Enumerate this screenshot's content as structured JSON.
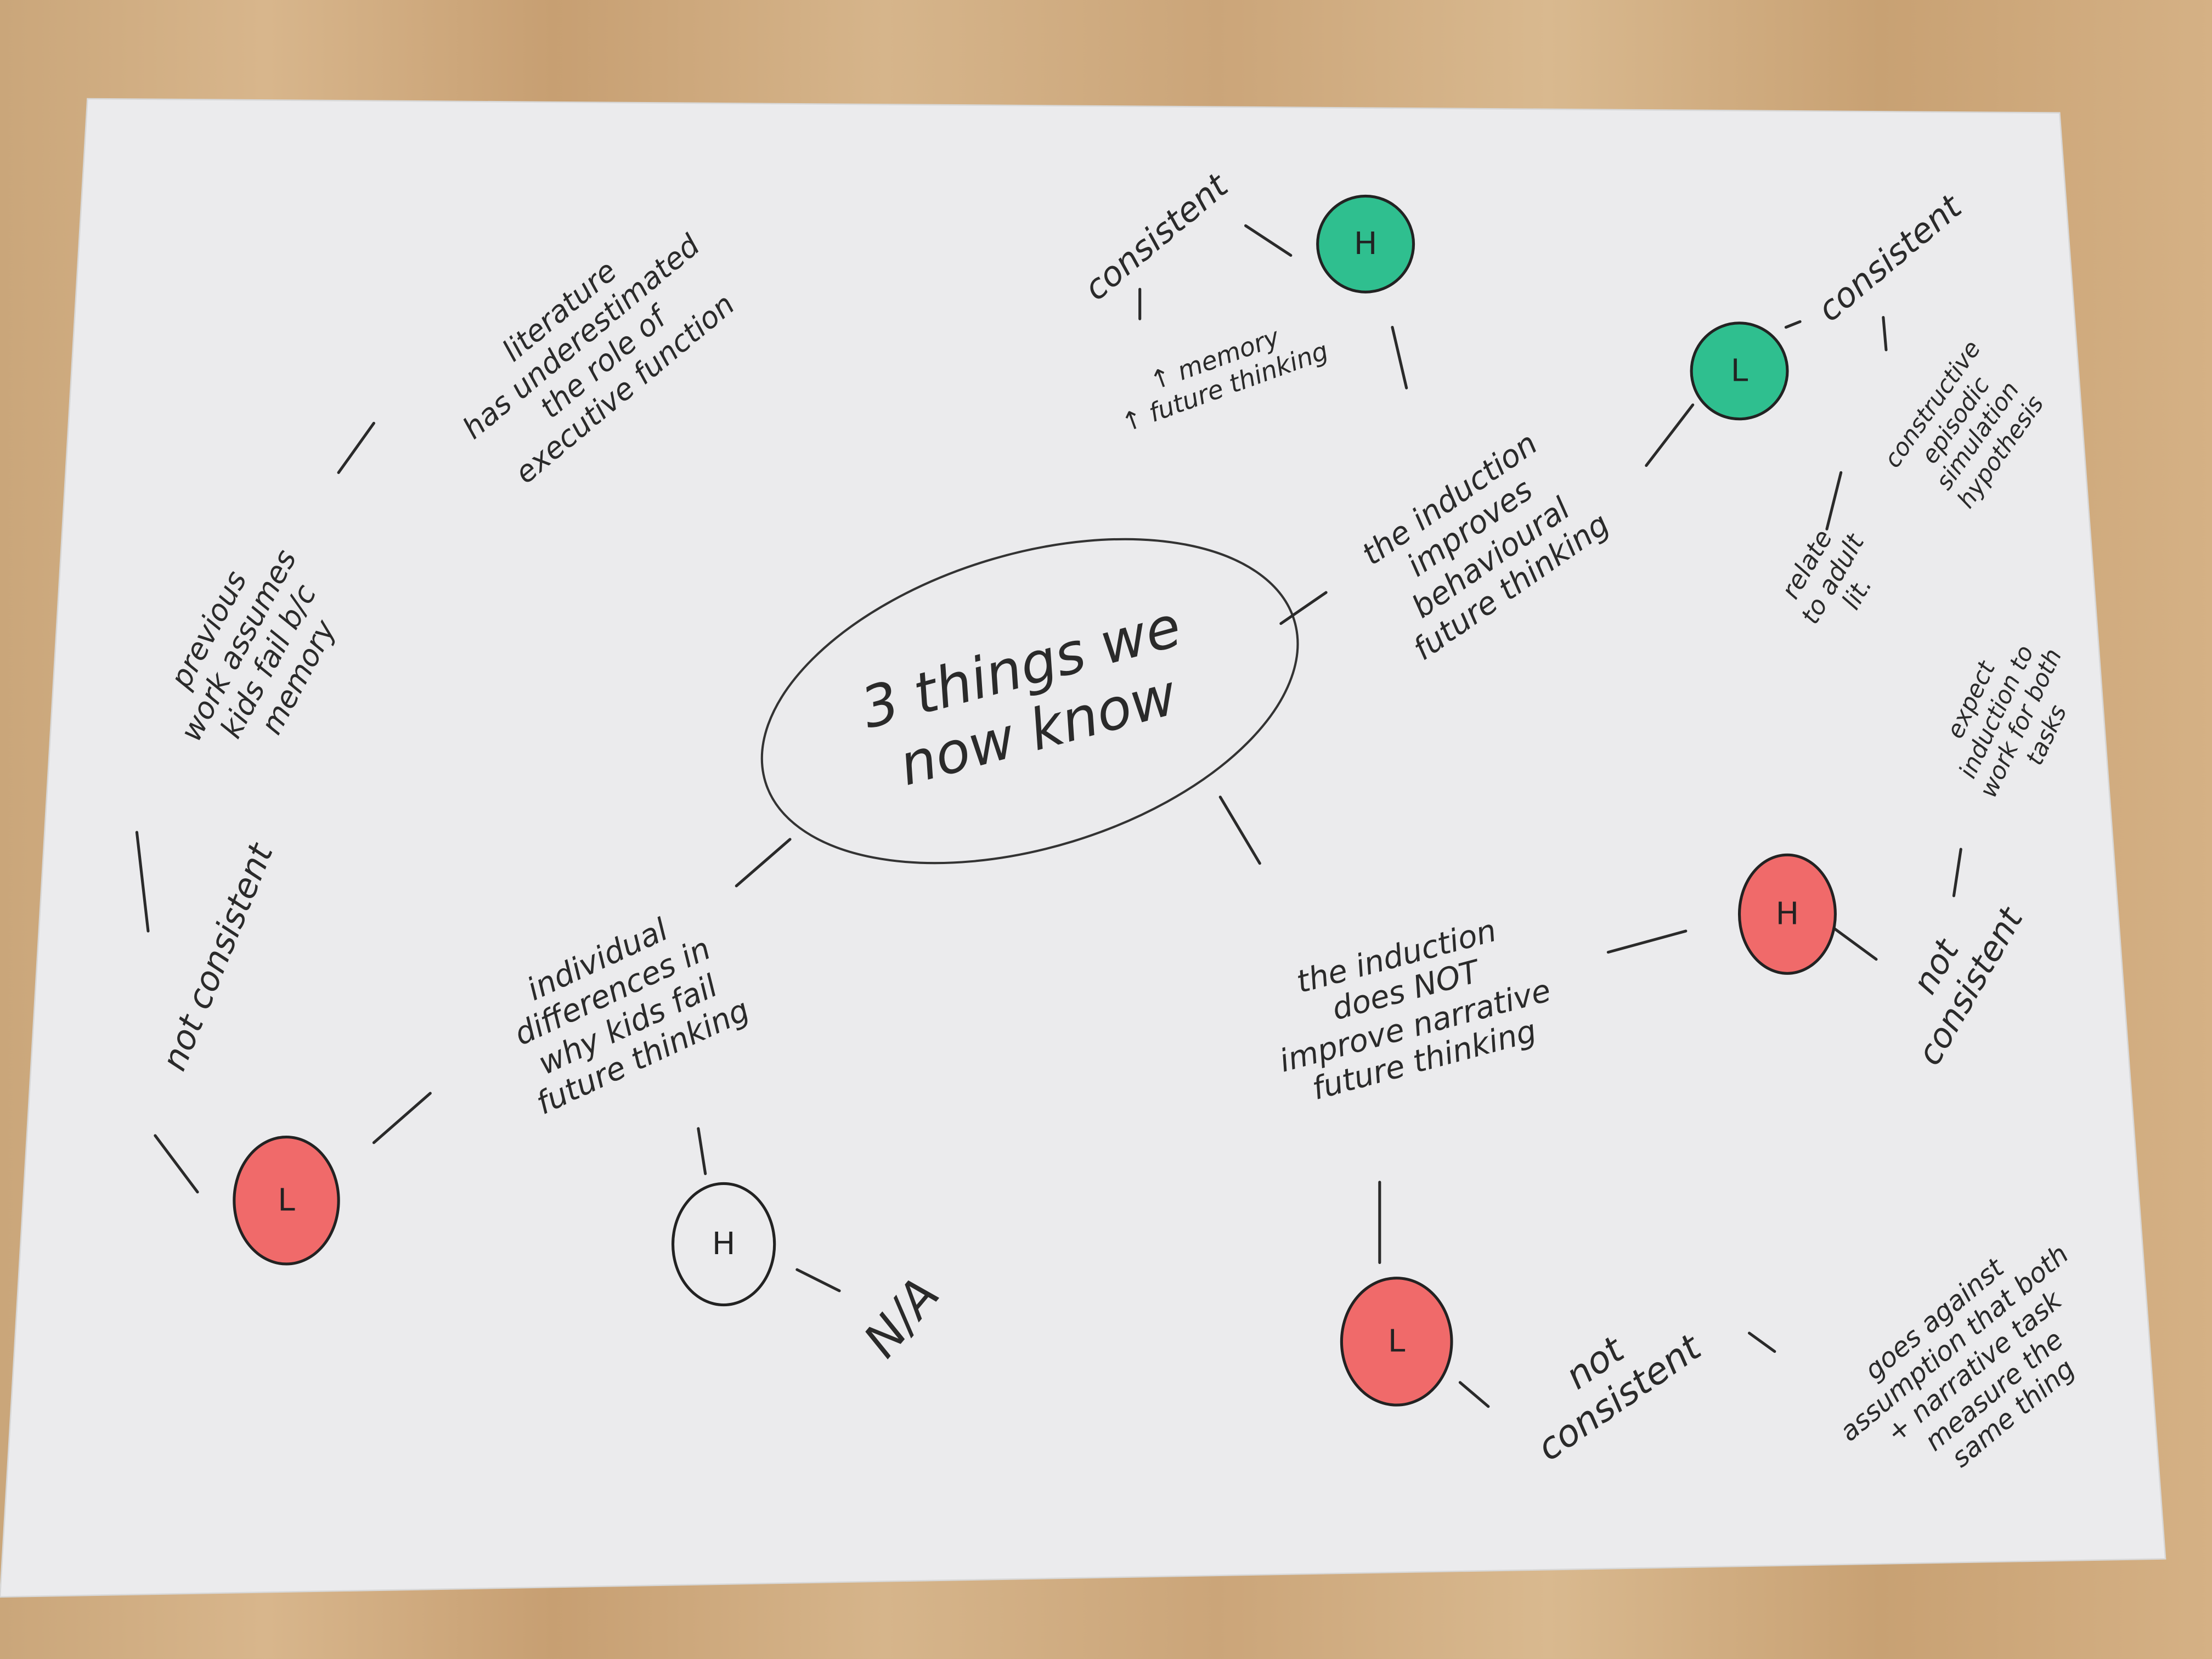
{
  "center_topic": "3 things we\nnow know",
  "branches": [
    {
      "text": "the induction\nimproves\nbehavioural\nfuture thinking"
    },
    {
      "text": "individual\ndifferences in\nwhy kids fail\nfuture thinking"
    },
    {
      "text": "the induction\ndoes NOT\nimprove narrative\nfuture thinking"
    }
  ],
  "nodes": {
    "green_h": {
      "label": "H",
      "color": "#2fbf8f"
    },
    "green_l": {
      "label": "L",
      "color": "#2fbf8f"
    },
    "red_h": {
      "label": "H",
      "color": "#f06a6a"
    },
    "red_l_bottom": {
      "label": "L",
      "color": "#f06a6a"
    },
    "red_l_left": {
      "label": "L",
      "color": "#f06a6a"
    },
    "plain_h": {
      "label": "H",
      "color": "#ffffff"
    }
  },
  "notes": {
    "green_h_result": "consistent",
    "green_h_detail": "↑ memory\n↑ future thinking",
    "green_l_result": "consistent",
    "green_l_detail": "constructive\nepisodic\nsimulation\nhypothesis",
    "green_l_relate": "relate\nto adult\nlit.",
    "red_h_result": "not\nconsistent",
    "red_h_detail": "expect\ninduction to\nwork for both\ntasks",
    "red_l_bottom_result": "not\nconsistent",
    "red_l_bottom_detail": "goes against\nassumption that both\n+ narrative task\nmeasure the\nsame thing",
    "plain_h_result": "N/A",
    "red_l_left_result": "not consistent",
    "red_l_left_detail": "previous\nwork assumes\nkids fail b/c\nmemory",
    "literature": "literature\nhas underestimated\nthe role of\nexecutive function"
  }
}
